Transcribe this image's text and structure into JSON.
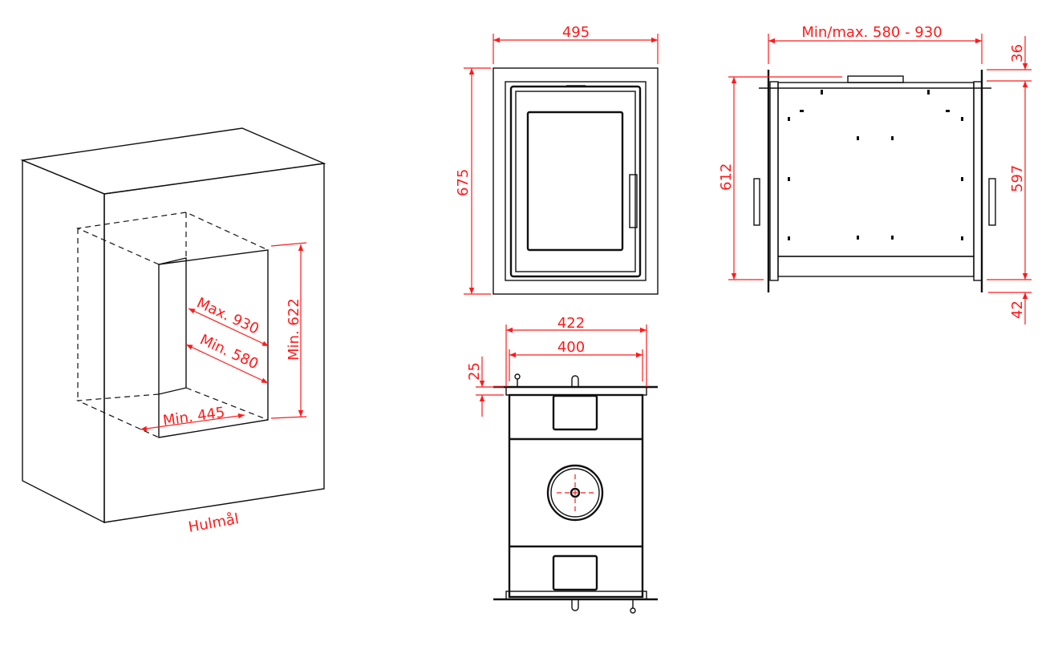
{
  "iso_view": {
    "max_depth": "Max. 930",
    "min_depth": "Min. 580",
    "min_width": "Min. 445",
    "min_height": "Min. 622",
    "caption": "Hulmål"
  },
  "front_view": {
    "width": "495",
    "height": "675"
  },
  "side_view": {
    "depth_range": "Min/max. 580 - 930",
    "height_total": "612",
    "height_body": "597",
    "top_offset": "36",
    "bottom_offset": "42"
  },
  "top_view": {
    "outer_width": "422",
    "inner_width": "400",
    "flange": "25"
  },
  "colors": {
    "dimension": "#ff1a1a",
    "line": "#111111"
  }
}
